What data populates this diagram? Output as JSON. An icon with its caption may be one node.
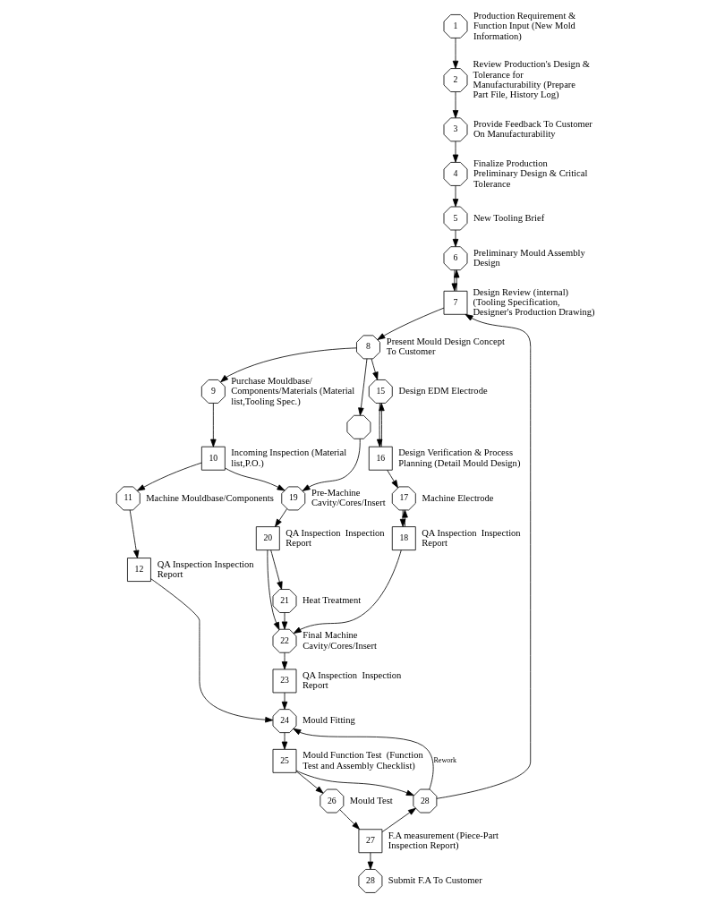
{
  "diagram": {
    "nodes": [
      {
        "text": [
          "1"
        ],
        "beside": [
          "Production Requirement & Function Input (New Mold Information)"
        ]
      },
      {
        "text": [
          "2"
        ],
        "beside": [
          "Review Production's Design & Tolerance for Manufacturability (Prepare Part File, History Log)"
        ]
      },
      {
        "text": [
          "3"
        ],
        "beside": [
          "Provide Feedback To Customer On Manufacturability"
        ]
      },
      {
        "text": [
          "4"
        ],
        "beside": [
          "Finalize Production Preliminary Design & Critical Tolerance"
        ]
      },
      {
        "text": [
          "5"
        ],
        "beside": [
          "New Tooling Brief"
        ]
      },
      {
        "text": [
          "6"
        ],
        "beside": [
          "Preliminary Mould Assembly Design"
        ]
      },
      {
        "text": [
          "7"
        ],
        "beside": [
          "Design Review (internal) (Tooling Specification, Designer's Production Drawing)"
        ]
      },
      {
        "text": [
          "8"
        ],
        "beside": [
          "Present Mould Design Concept To Customer"
        ]
      },
      {
        "text": [
          "9"
        ],
        "beside": [
          "Purchase Mouldbase/ Components/Materials (Material list,Tooling Spec.)"
        ]
      },
      {
        "text": [],
        "shape": "octagon"
      },
      {
        "text": [
          "10"
        ],
        "beside": [
          "Incoming Inspection (Material list,P.O.)"
        ]
      },
      {
        "text": [
          "11"
        ],
        "beside": [
          "Machine Mouldbase/Components"
        ]
      },
      {
        "text": [
          "12"
        ],
        "beside": [
          "QA Inspection Inspection Report"
        ]
      },
      {
        "text": [
          "15"
        ],
        "beside": [
          "Design EDM Electrode"
        ]
      },
      {
        "text": [
          "16"
        ],
        "beside": [
          "Design Verification & Process Planning (Detail Mould Design)"
        ]
      },
      {
        "text": [
          "17"
        ],
        "beside": [
          "Machine Electrode"
        ]
      },
      {
        "text": [
          "18"
        ],
        "beside": [
          "QA Inspection  Inspection Report"
        ]
      },
      {
        "text": [
          "19"
        ],
        "beside": [
          "Pre-Machine Cavity/Cores/Insert"
        ]
      },
      {
        "text": [
          "20"
        ],
        "beside": [
          "QA Inspection  Inspection Report"
        ]
      },
      {
        "text": [
          "21"
        ],
        "beside": [
          "Heat Treatment"
        ]
      },
      {
        "text": [
          "22"
        ],
        "beside": [
          "Final Machine Cavity/Cores/Insert"
        ]
      },
      {
        "text": [
          "23"
        ],
        "beside": [
          "QA Inspection  Inspection Report"
        ]
      },
      {
        "text": [
          "24"
        ],
        "beside": [
          "Mould Fitting"
        ]
      },
      {
        "text": [
          "25"
        ],
        "beside": [
          "Mould Function Test  (Function Test and Assembly Checklist)"
        ]
      },
      {
        "text": [
          "28"
        ]
      },
      {
        "text": [
          "26"
        ],
        "beside": [
          "Mould Test"
        ]
      },
      {
        "text": [
          "27"
        ],
        "beside": [
          "F.A measurement (Piece-Part Inspection Report)"
        ]
      },
      {
        "text": [
          "28"
        ],
        "beside": [
          "Submit F.A To Customer"
        ]
      }
    ],
    "edges": [
      {
        "from": 0,
        "to": 1,
        "arrow": "to"
      },
      {
        "from": 1,
        "to": 2,
        "arrow": "to"
      },
      {
        "from": 2,
        "to": 3,
        "arrow": "to"
      },
      {
        "from": 3,
        "to": 4,
        "arrow": "to"
      },
      {
        "from": 4,
        "to": 5,
        "arrow": "to"
      },
      {
        "from": 5,
        "to": 6,
        "arrow": "to"
      },
      {
        "from": 6,
        "to": 5,
        "arrow": "to"
      },
      {
        "from": 6,
        "to": 7,
        "arrow": "to"
      },
      {
        "from": 7,
        "to": 8,
        "arrow": "to"
      },
      {
        "from": 7,
        "to": 9,
        "arrow": "to"
      },
      {
        "from": 7,
        "to": 13,
        "arrow": "to"
      },
      {
        "from": 8,
        "to": 10,
        "arrow": "to"
      },
      {
        "from": 9,
        "to": 17,
        "arrow": "to"
      },
      {
        "from": 10,
        "to": 17,
        "arrow": "to"
      },
      {
        "from": 10,
        "to": 11,
        "arrow": "to"
      },
      {
        "from": 11,
        "to": 12,
        "arrow": "to"
      },
      {
        "from": 12,
        "to": 22,
        "arrow": "to"
      },
      {
        "from": 13,
        "to": 14,
        "arrow": "to"
      },
      {
        "from": 14,
        "to": 13,
        "arrow": "to"
      },
      {
        "from": 14,
        "to": 15,
        "arrow": "to"
      },
      {
        "from": 15,
        "to": 16,
        "arrow": "to"
      },
      {
        "from": 16,
        "to": 15,
        "arrow": "to"
      },
      {
        "from": 16,
        "to": 20,
        "arrow": "to"
      },
      {
        "from": 17,
        "to": 18,
        "arrow": "to"
      },
      {
        "from": 18,
        "to": 19,
        "arrow": "to"
      },
      {
        "from": 18,
        "to": 20,
        "arrow": "to"
      },
      {
        "from": 19,
        "to": 20,
        "arrow": "to"
      },
      {
        "from": 20,
        "to": 21,
        "arrow": "to"
      },
      {
        "from": 21,
        "to": 22,
        "arrow": "to"
      },
      {
        "from": 22,
        "to": 23,
        "arrow": "to"
      },
      {
        "from": 23,
        "to": 24,
        "arrow": "to"
      },
      {
        "from": 24,
        "to": 22,
        "arrow": "to",
        "label": "Rework"
      },
      {
        "from": 24,
        "to": 6,
        "arrow": "to"
      },
      {
        "from": 23,
        "to": 25,
        "arrow": "to"
      },
      {
        "from": 25,
        "to": 26,
        "arrow": "to"
      },
      {
        "from": 26,
        "to": 27,
        "arrow": "to"
      },
      {
        "from": 26,
        "to": 24,
        "arrow": "to"
      }
    ]
  }
}
